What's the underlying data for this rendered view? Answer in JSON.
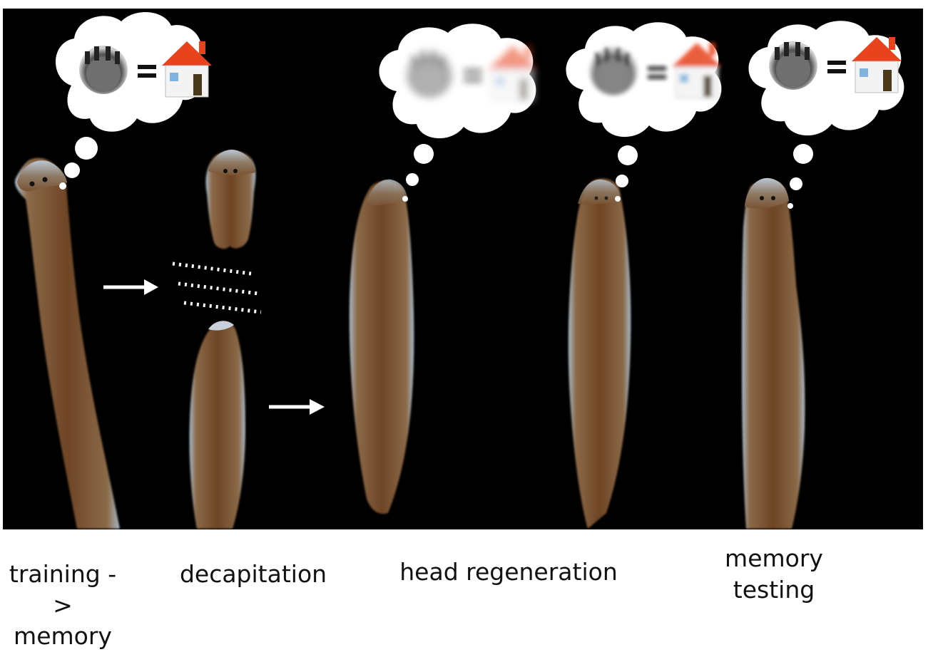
{
  "figure": {
    "background_color": "#000000",
    "worm_colors": {
      "body": "#7a4e2a",
      "edge": "#9ab0c2"
    },
    "icon_names": [
      "cage-icon",
      "equals-icon",
      "house-icon",
      "arrow-icon"
    ],
    "house_roof_color": "#e8431d"
  },
  "stages": [
    {
      "id": "training",
      "label": "training ->\nmemory",
      "memory_clarity": 1.0
    },
    {
      "id": "decapitation",
      "label": "decapitation"
    },
    {
      "id": "regeneration",
      "label": "head regeneration",
      "memory_clarity": [
        0.25,
        0.55
      ]
    },
    {
      "id": "testing",
      "label": "memory\ntesting",
      "memory_clarity": 1.0
    }
  ]
}
